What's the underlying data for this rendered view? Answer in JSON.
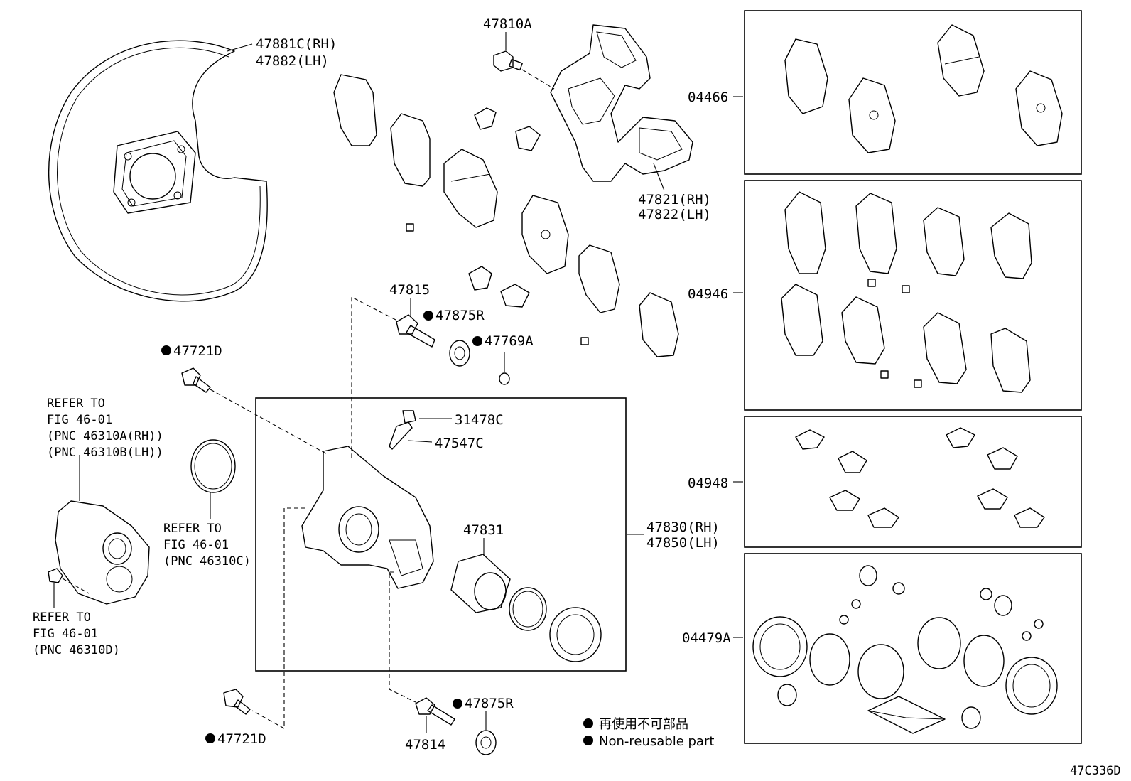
{
  "parts": {
    "p47881c": "47881C(RH)",
    "p47882": "47882(LH)",
    "p47810a": "47810A",
    "p47821": "47821(RH)",
    "p47822": "47822(LH)",
    "p47815": "47815",
    "p47875r_a": "47875R",
    "p47769a": "47769A",
    "p47721d_a": "47721D",
    "p31478c": "31478C",
    "p47547c": "47547C",
    "p47831": "47831",
    "p47830": "47830(RH)",
    "p47850": "47850(LH)",
    "p47814": "47814",
    "p47875r_b": "47875R",
    "p47721d_b": "47721D",
    "k04466": "04466",
    "k04946": "04946",
    "k04948": "04948",
    "k04479a": "04479A"
  },
  "refs": {
    "r1": [
      "REFER TO",
      "FIG 46-01",
      "(PNC 46310A(RH))",
      "(PNC 46310B(LH))"
    ],
    "r2": [
      "REFER TO",
      "FIG 46-01",
      "(PNC 46310C)"
    ],
    "r3": [
      "REFER TO",
      "FIG 46-01",
      "(PNC 46310D)"
    ]
  },
  "legend": {
    "line1": "再使用不可部品",
    "line2": "Non-reusable part"
  },
  "figure_code": "47C336D"
}
